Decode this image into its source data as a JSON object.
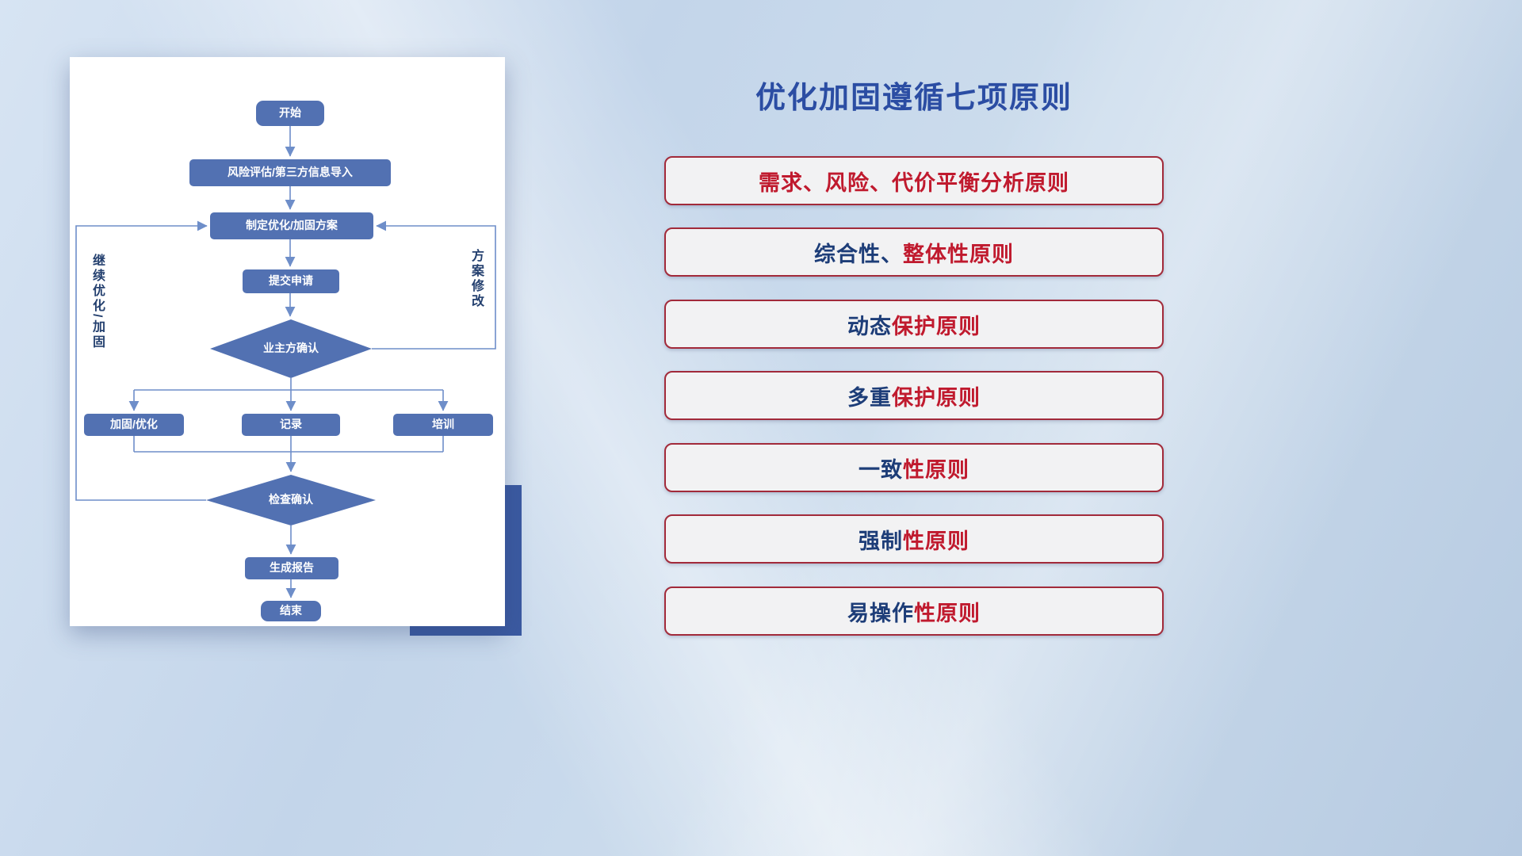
{
  "slide": {
    "title": "优化加固遵循七项原则"
  },
  "flowchart": {
    "nodes": {
      "start": "开始",
      "risk_import": "风险评估/第三方信息导入",
      "make_plan": "制定优化/加固方案",
      "submit": "提交申请",
      "owner_confirm": "业主方确认",
      "reinforce": "加固/优化",
      "record": "记录",
      "training": "培训",
      "check_confirm": "检查确认",
      "report": "生成报告",
      "end": "结束"
    },
    "loop_labels": {
      "left": "继续优化/加固",
      "right": "方案修改"
    }
  },
  "principles": {
    "items": [
      {
        "blue": "",
        "red": "需求、风险、代价平衡分析原则"
      },
      {
        "blue": "综合性、",
        "red": "整体性原则"
      },
      {
        "blue": "动态",
        "red": "保护原则"
      },
      {
        "blue": "多重",
        "red": "保护原则"
      },
      {
        "blue": "一致",
        "red": "性原则"
      },
      {
        "blue": "强制",
        "red": "性原则"
      },
      {
        "blue": "易操作",
        "red": "性原则"
      }
    ]
  },
  "colors": {
    "title_blue": "#2b4da3",
    "node_blue": "#5271b2",
    "connector_blue": "#6e8ec9",
    "principle_border_red": "#a22a3a",
    "principle_text_red": "#c01a2e",
    "principle_text_blue": "#1d3d78"
  }
}
